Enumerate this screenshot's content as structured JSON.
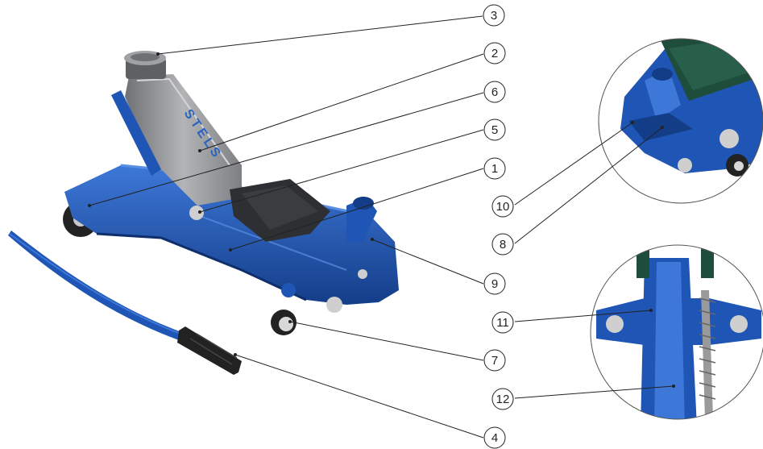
{
  "colors": {
    "jack_blue": "#1f55b4",
    "jack_blue_dark": "#143d88",
    "jack_blue_light": "#3d78d8",
    "saddle_grey": "#8a8d92",
    "arm_steel": "#9a9a9c",
    "rubber_black": "#222222",
    "callout_line": "#222222",
    "green_plate": "#1e4d3b"
  },
  "brand_mark": "STELS",
  "callouts": [
    {
      "id": "callout-1",
      "label": "1"
    },
    {
      "id": "callout-2",
      "label": "2"
    },
    {
      "id": "callout-3",
      "label": "3"
    },
    {
      "id": "callout-4",
      "label": "4"
    },
    {
      "id": "callout-5",
      "label": "5"
    },
    {
      "id": "callout-6",
      "label": "6"
    },
    {
      "id": "callout-7",
      "label": "7"
    },
    {
      "id": "callout-8",
      "label": "8"
    },
    {
      "id": "callout-9",
      "label": "9"
    },
    {
      "id": "callout-10",
      "label": "10"
    },
    {
      "id": "callout-11",
      "label": "11"
    },
    {
      "id": "callout-12",
      "label": "12"
    }
  ]
}
